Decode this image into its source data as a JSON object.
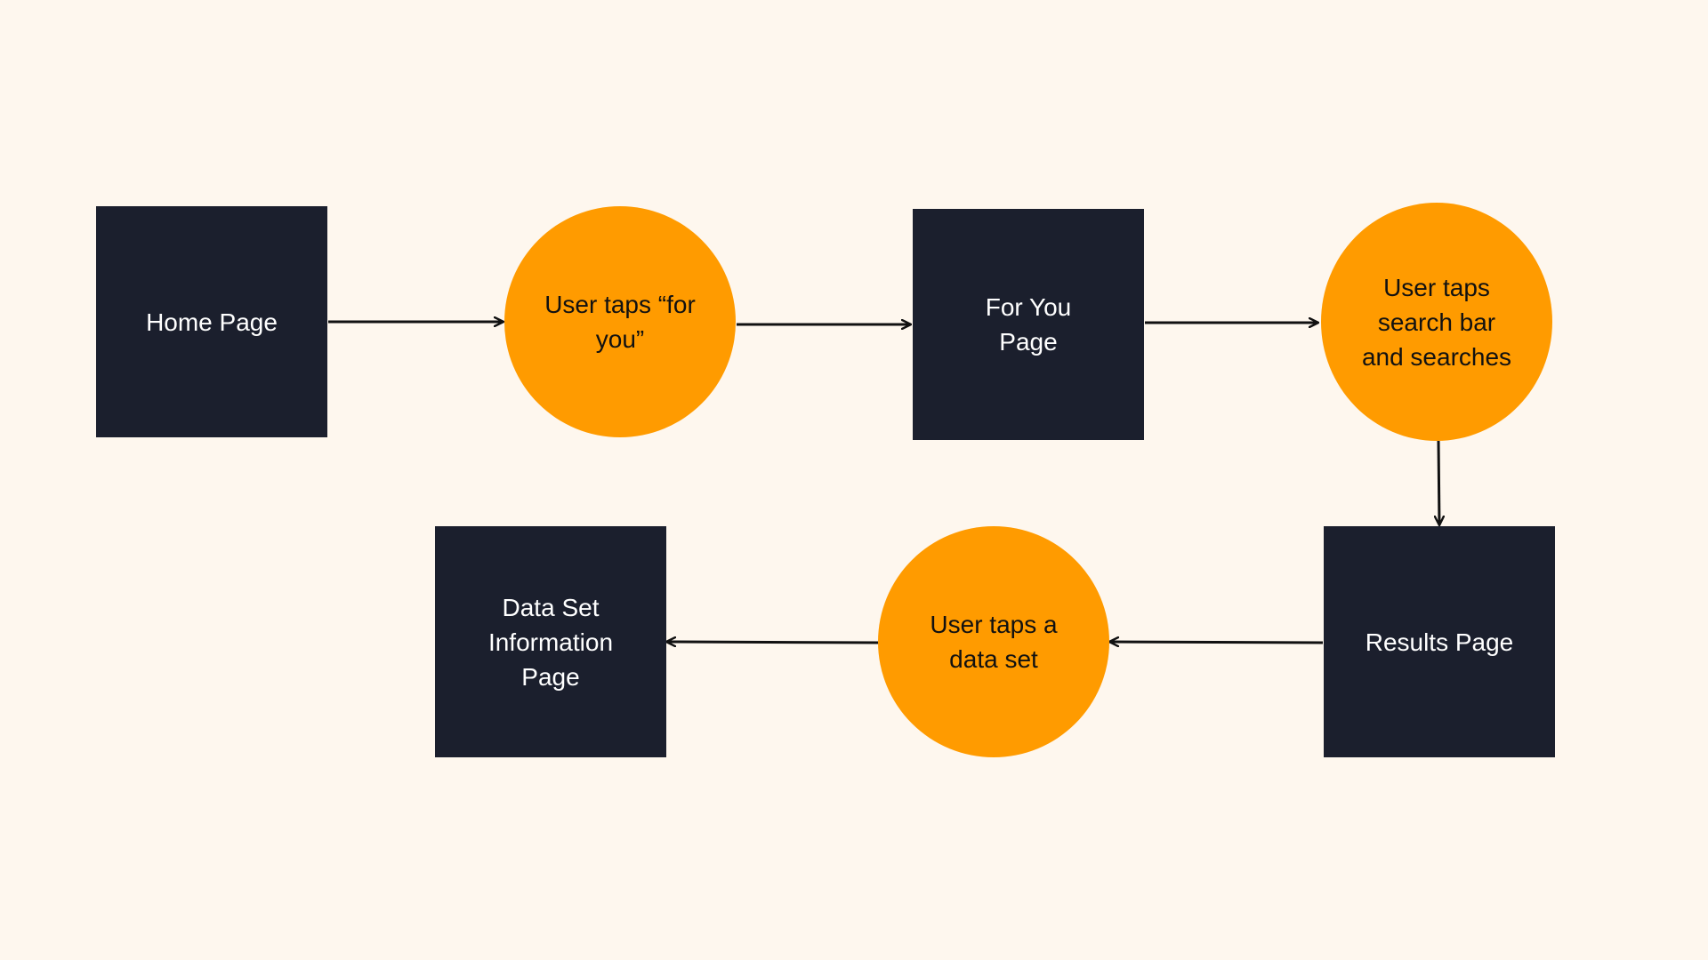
{
  "colors": {
    "background": "#FEF7EE",
    "page_box": "#1B1F2D",
    "action_circle": "#FF9B00",
    "arrow": "#111111"
  },
  "nodes": {
    "home_page": {
      "kind": "page",
      "label": "Home Page"
    },
    "taps_for_you": {
      "kind": "action",
      "label": "User taps “for\nyou”"
    },
    "for_you_page": {
      "kind": "page",
      "label": "For You\nPage"
    },
    "taps_search": {
      "kind": "action",
      "label": "User taps\nsearch bar\nand searches"
    },
    "results_page": {
      "kind": "page",
      "label": "Results Page"
    },
    "taps_data_set": {
      "kind": "action",
      "label": "User taps a\ndata set"
    },
    "data_set_info_page": {
      "kind": "page",
      "label": "Data Set\nInformation\nPage"
    }
  },
  "edges": [
    {
      "from": "home_page",
      "to": "taps_for_you"
    },
    {
      "from": "taps_for_you",
      "to": "for_you_page"
    },
    {
      "from": "for_you_page",
      "to": "taps_search"
    },
    {
      "from": "taps_search",
      "to": "results_page"
    },
    {
      "from": "results_page",
      "to": "taps_data_set"
    },
    {
      "from": "taps_data_set",
      "to": "data_set_info_page"
    }
  ]
}
